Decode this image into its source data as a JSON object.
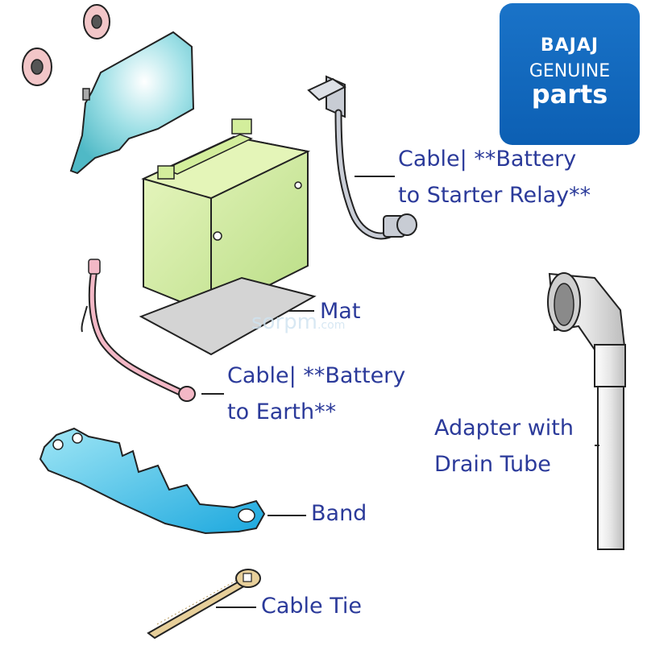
{
  "logo": {
    "line1": "BAJAJ",
    "line2": "GENUINE",
    "line3": "parts"
  },
  "watermark": {
    "main": "sorpm",
    "suffix": ".com"
  },
  "labels": {
    "relay_cable_line1": "Cable| **Battery",
    "relay_cable_line2": "to Starter Relay**",
    "mat": "Mat",
    "earth_cable_line1": "Cable| **Battery",
    "earth_cable_line2": "to Earth**",
    "adapter_line1": "Adapter with",
    "adapter_line2": "Drain Tube",
    "band": "Band",
    "cable_tie": "Cable Tie"
  }
}
